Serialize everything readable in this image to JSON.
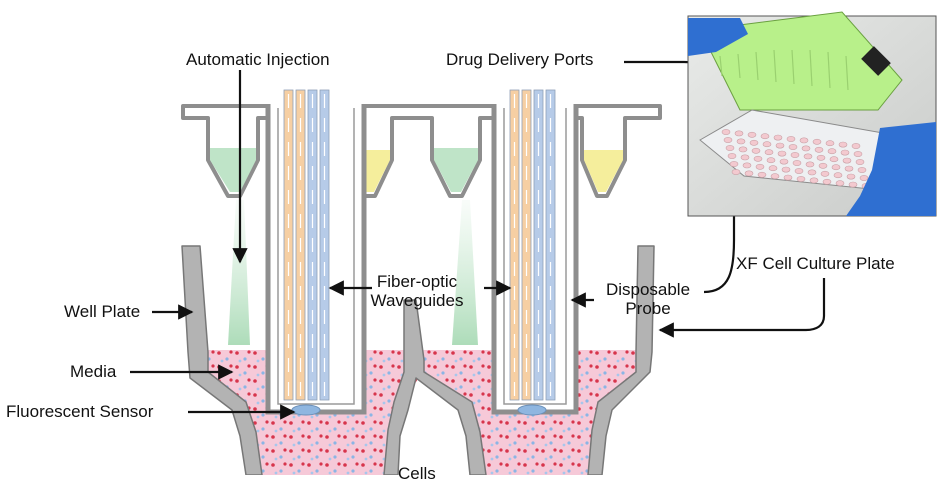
{
  "labels": {
    "automatic_injection": "Automatic Injection",
    "drug_delivery_ports": "Drug Delivery Ports",
    "well_plate": "Well Plate",
    "media": "Media",
    "fluorescent_sensor": "Fluorescent Sensor",
    "fiber_optic_line1": "Fiber-optic",
    "fiber_optic_line2": "Waveguides",
    "disposable_line1": "Disposable",
    "disposable_line2": "Probe",
    "xf_plate": "XF Cell Culture Plate",
    "cells": "Cells"
  },
  "colors": {
    "media_pink": "#f6c9d8",
    "port_green": "#bfe4c8",
    "port_yellow": "#f5ee9c",
    "fiber_orange": "#f6cfa3",
    "fiber_blue": "#b6cbe8",
    "wall_gray": "#a9a9a9",
    "arrow": "#111111",
    "glove_blue": "#2f6fd1",
    "cartridge_green": "#b8f08a"
  }
}
